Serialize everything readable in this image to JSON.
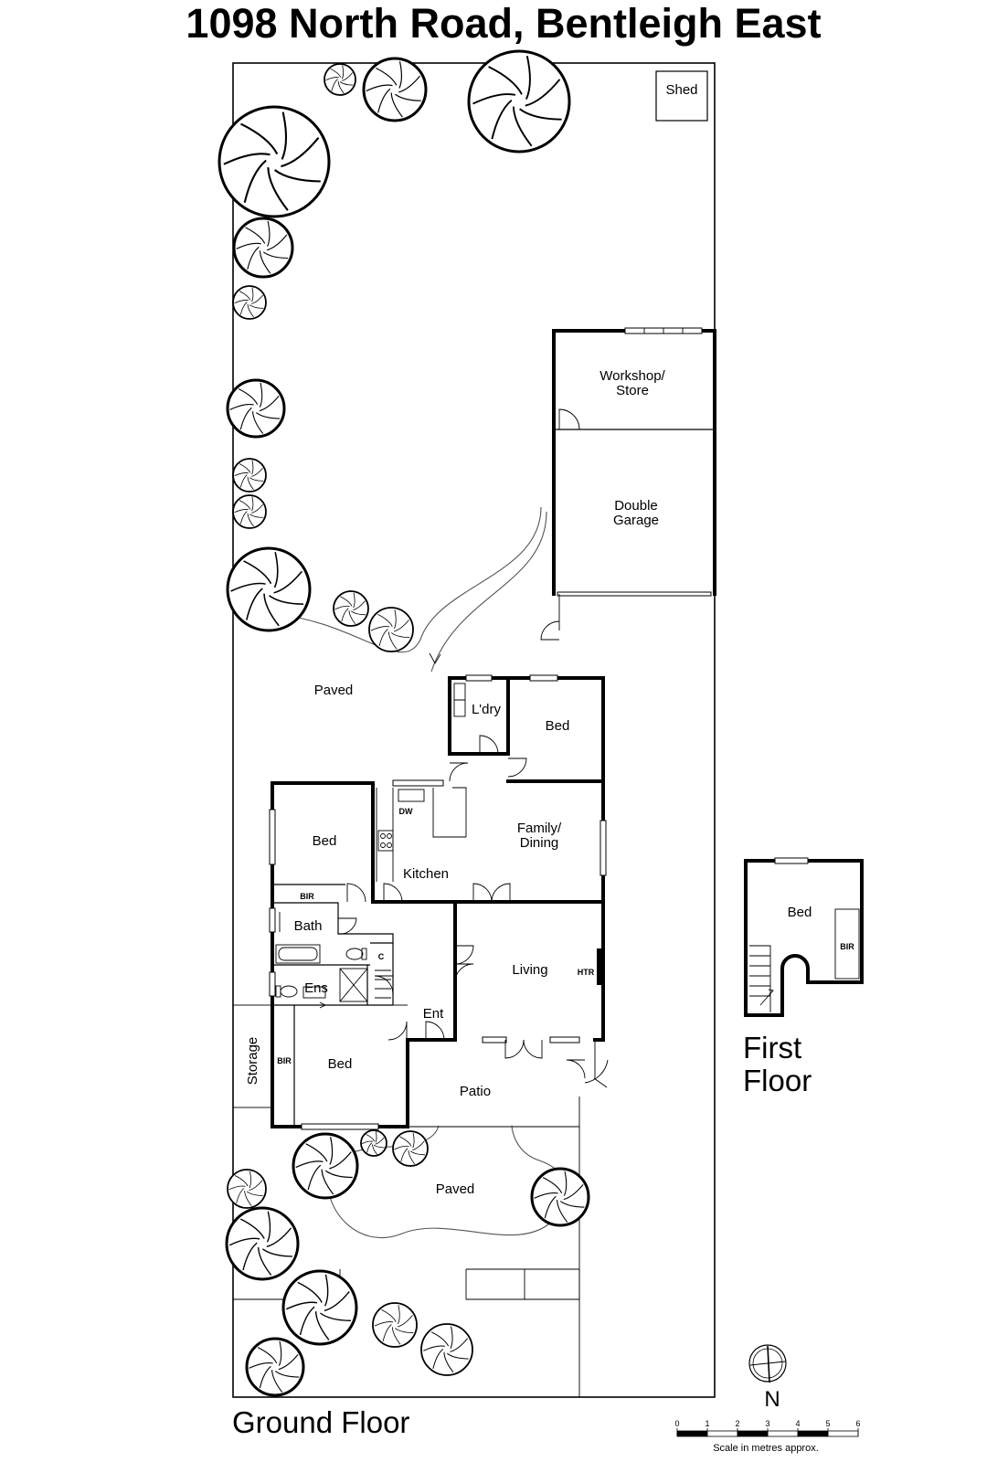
{
  "title": "1098 North Road, Bentleigh East",
  "ground_floor": {
    "label": "Ground Floor",
    "rooms": {
      "shed": "Shed",
      "workshop_line1": "Workshop/",
      "workshop_line2": "Store",
      "garage_line1": "Double",
      "garage_line2": "Garage",
      "paved_north": "Paved",
      "laundry": "L'dry",
      "bed_rear": "Bed",
      "family_line1": "Family/",
      "family_line2": "Dining",
      "kitchen": "Kitchen",
      "dishwasher": "DW",
      "bed_west": "Bed",
      "bir_west": "BIR",
      "bath": "Bath",
      "cupboard": "C",
      "ensuite": "Ens",
      "living": "Living",
      "heater": "HTR",
      "entry": "Ent",
      "storage": "Storage",
      "bir_front": "BIR",
      "bed_front": "Bed",
      "patio": "Patio",
      "paved_front": "Paved"
    }
  },
  "first_floor": {
    "label_line1": "First",
    "label_line2": "Floor",
    "rooms": {
      "bed": "Bed",
      "bir": "BIR"
    }
  },
  "compass": {
    "label": "N"
  },
  "scale": {
    "ticks": [
      "0",
      "1",
      "2",
      "3",
      "4",
      "5",
      "6"
    ],
    "caption": "Scale in metres approx."
  }
}
